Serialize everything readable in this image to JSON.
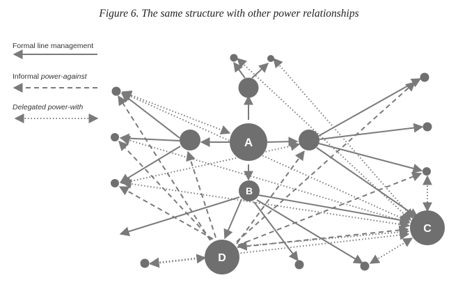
{
  "caption": "Figure 6. The same structure with other power relationships",
  "legend": {
    "formal": "Formal line management",
    "informal_prefix": "Informal ",
    "informal_em": "power-against",
    "delegated": "Delegated power-with"
  },
  "nodes": [
    {
      "id": "A",
      "label": "A"
    },
    {
      "id": "B",
      "label": "B"
    },
    {
      "id": "C",
      "label": "C"
    },
    {
      "id": "D",
      "label": "D"
    }
  ]
}
